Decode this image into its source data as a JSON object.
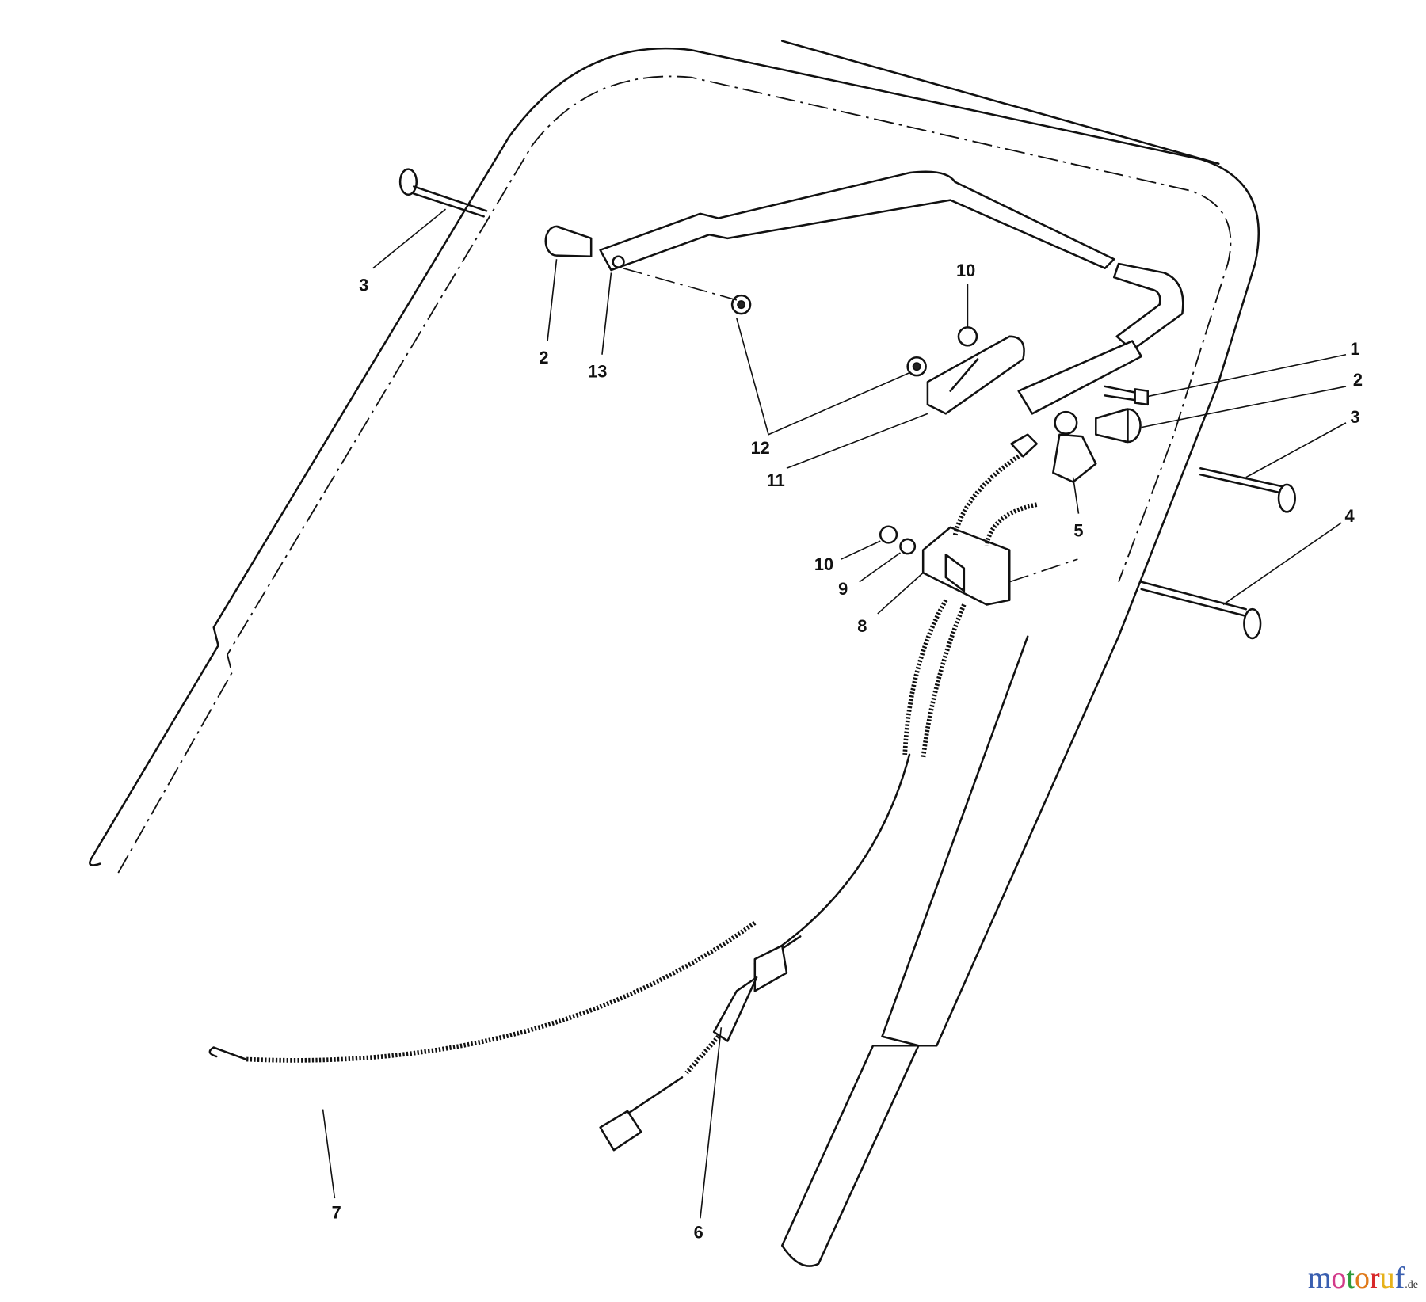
{
  "diagram": {
    "callouts": [
      "1",
      "2",
      "3",
      "4",
      "5",
      "6",
      "7",
      "8",
      "9",
      "10",
      "11",
      "12",
      "13"
    ],
    "labels": {
      "l3a": "3",
      "l2a": "2",
      "l13": "13",
      "l10a": "10",
      "l12": "12",
      "l11": "11",
      "l1": "1",
      "l2b": "2",
      "l3b": "3",
      "l5": "5",
      "l4": "4",
      "l10b": "10",
      "l9": "9",
      "l8": "8",
      "l7": "7",
      "l6": "6"
    }
  },
  "watermark": {
    "text": "motoruf",
    "suffix": ".de",
    "colors": [
      "#3a5fb0",
      "#d23a8a",
      "#2e9a3a",
      "#e07a1a",
      "#d8282a",
      "#e6b21a"
    ]
  }
}
